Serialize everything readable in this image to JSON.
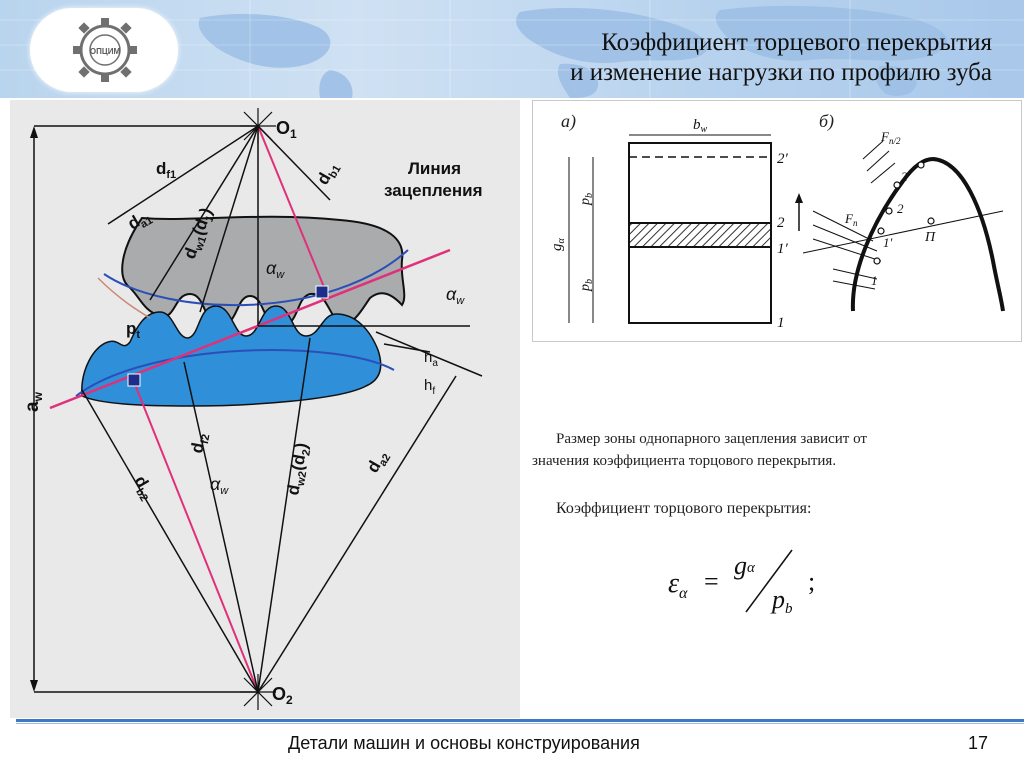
{
  "header": {
    "logo_text": "ОПЦИМ",
    "title_line1": "Коэффициент торцевого перекрытия",
    "title_line2": "и изменение нагрузки по профилю зуба",
    "bg_color": "#bcd5ef"
  },
  "main_figure": {
    "labels": {
      "o1": "O",
      "o1_sub": "1",
      "o2": "O",
      "o2_sub": "2",
      "aw": "a",
      "aw_sub": "w",
      "line_title1": "Линия",
      "line_title2": "зацепления",
      "df1": "d",
      "df1_sub": "f1",
      "db1": "d",
      "db1_sub": "b1",
      "da1": "d",
      "da1_sub": "a1",
      "dw1": "d",
      "dw1_sub": "w1",
      "dw1_paren": "(d",
      "dw1_paren_sub": "1",
      "paren_close": ")",
      "alpha": "α",
      "alpha_sub": "w",
      "pt": "p",
      "pt_sub": "t",
      "ha": "h",
      "ha_sub": "a",
      "hf": "h",
      "hf_sub": "f",
      "df2": "d",
      "df2_sub": "f2",
      "db2": "d",
      "db2_sub": "b2",
      "dw2": "d",
      "dw2_sub": "w2",
      "dw2_paren": "(d",
      "dw2_paren_sub": "2",
      "da2": "d",
      "da2_sub": "a2"
    },
    "colors": {
      "gear1": "#a9abad",
      "gear2": "#2f8fd8",
      "line_of_action": "#e0307a",
      "circle": "#2b4fb8"
    }
  },
  "side_figure": {
    "label_a": "а)",
    "label_b": "б)",
    "bw": "b",
    "bw_sub": "w",
    "g_alpha": "g",
    "g_alpha_sub": "α",
    "pb": "p",
    "pb_sub": "b",
    "pt_2prime": "2′",
    "pt_2": "2",
    "pt_1prime": "1′",
    "pt_1": "1",
    "fn": "F",
    "fn_sub": "n",
    "fn2": "F",
    "fn2_sub": "n/2",
    "pi": "П"
  },
  "text": {
    "paragraph_line1": "Размер зоны однопарного зацепления зависит от",
    "paragraph_line2": "значения коэффициента торцового перекрытия.",
    "coefficient_label": "Коэффициент торцового перекрытия:"
  },
  "formula": {
    "epsilon": "ε",
    "eps_sub": "α",
    "equals": "=",
    "numerator": "g",
    "num_sub": "α",
    "denominator": "p",
    "den_sub": "b",
    "semicolon": ";"
  },
  "footer": {
    "course_title": "Детали машин и основы конструирования",
    "page_number": "17",
    "line_color": "#3e79c4"
  }
}
